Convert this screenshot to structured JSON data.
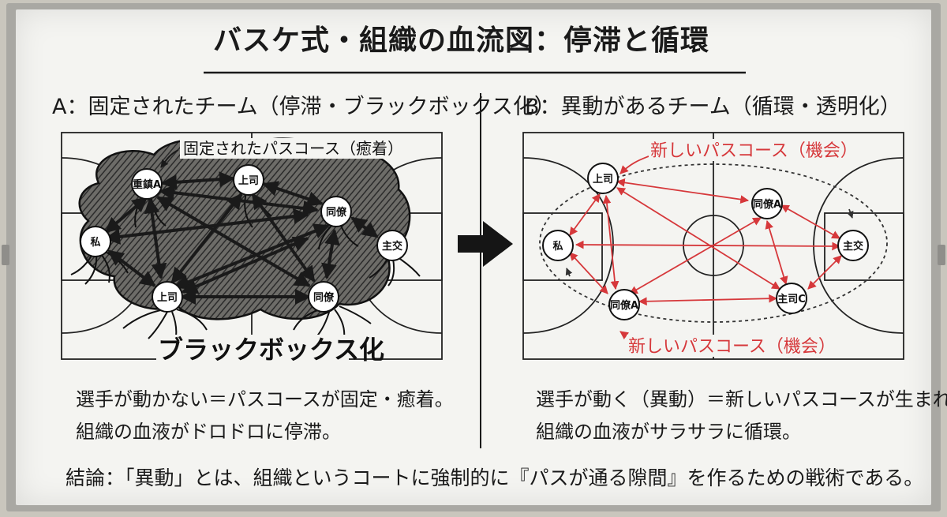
{
  "title": "バスケ式・組織の血流図：停滞と循環",
  "panel_a": {
    "heading": "A：固定されたチーム（停滞・ブラックボックス化）",
    "court_label": "固定されたパスコース（癒着）",
    "blackbox_label": "ブラックボックス化",
    "nodes": [
      "重鎮A",
      "上司",
      "同僚",
      "主交",
      "私",
      "上司",
      "同僚"
    ],
    "summary_line1": "選手が動かない＝パスコースが固定・癒着。",
    "summary_line2": "組織の血液がドロドロに停滞。"
  },
  "panel_b": {
    "heading": "B：異動があるチーム（循環・透明化）",
    "top_label": "新しいパスコース（機会）",
    "bottom_label": "新しいパスコース（機会）",
    "nodes": [
      "上司",
      "同僚A",
      "主交",
      "私",
      "同僚A",
      "主司C"
    ],
    "summary_line1": "選手が動く（異動）＝新しいパスコースが生まれる。",
    "summary_line2": "組織の血液がサラサラに循環。"
  },
  "conclusion": "結論：「異動」とは、組織というコートに強制的に『パスが通る隙間』を作るための戦術である。",
  "colors": {
    "ink": "#1a1a1a",
    "red_marker": "#d6383b",
    "board": "#f4f4f1",
    "cloud": "#3a3a3a"
  }
}
